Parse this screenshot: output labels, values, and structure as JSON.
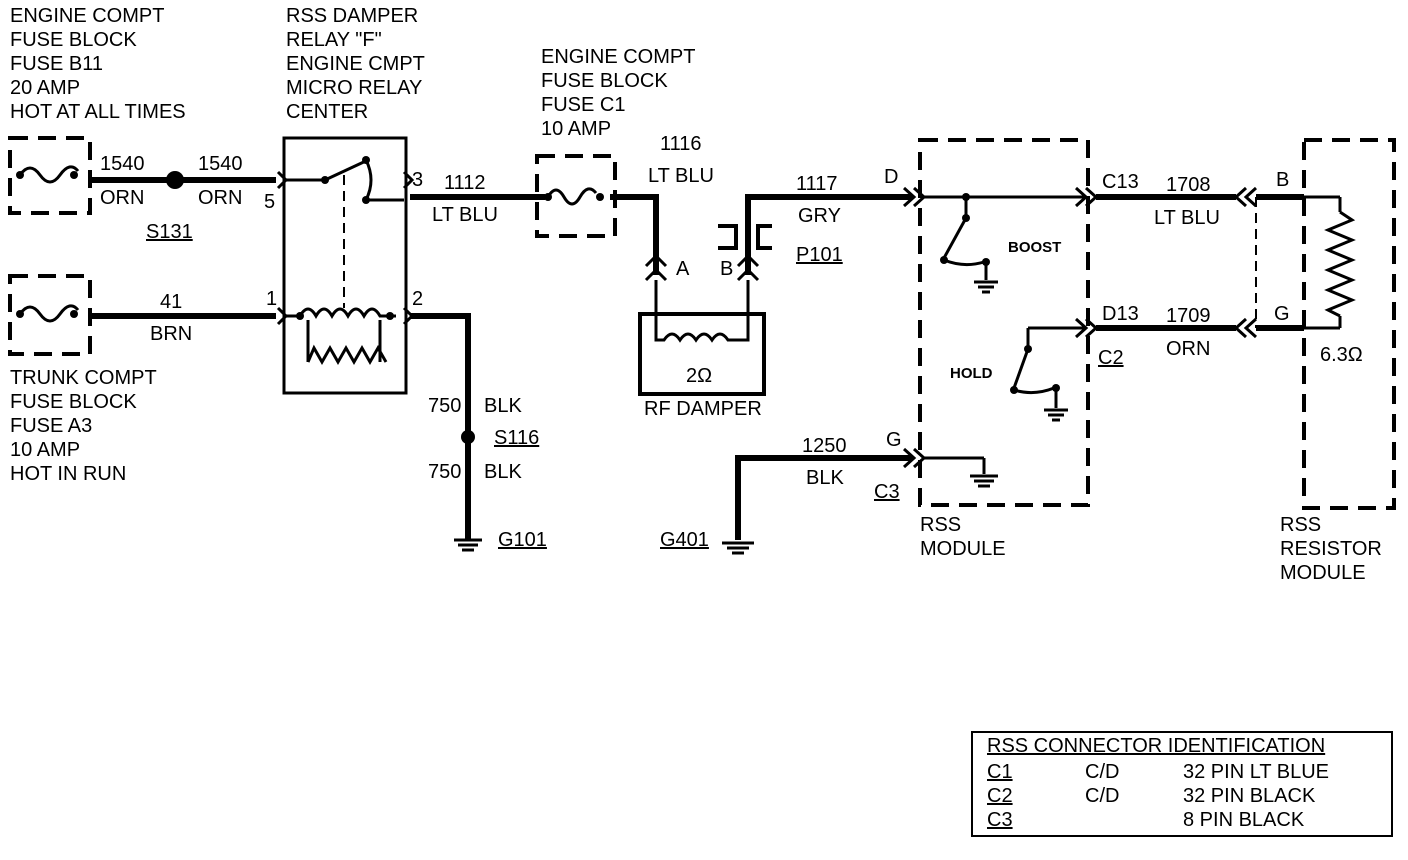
{
  "blocks": {
    "fuse_b11": [
      "ENGINE COMPT",
      "FUSE BLOCK",
      "FUSE B11",
      "20 AMP",
      "HOT AT ALL TIMES"
    ],
    "relay": [
      "RSS  DAMPER",
      "RELAY \"F\"",
      "ENGINE  CMPT",
      "MICRO RELAY",
      "CENTER"
    ],
    "fuse_c1": [
      "ENGINE COMPT",
      "FUSE BLOCK",
      "FUSE C1",
      "10 AMP"
    ],
    "fuse_a3": [
      "TRUNK COMPT",
      "FUSE BLOCK",
      "FUSE A3",
      "10 AMP",
      "HOT IN RUN"
    ],
    "rss_module": [
      "RSS",
      "MODULE"
    ],
    "rss_resistor": [
      "RSS",
      "RESISTOR",
      "MODULE"
    ]
  },
  "wires": {
    "w1540a_num": "1540",
    "w1540a_col": "ORN",
    "w1540b_num": "1540",
    "w1540b_col": "ORN",
    "w41_num": "41",
    "w41_col": "BRN",
    "w1112_num": "1112",
    "w1112_col": "LT BLU",
    "w1116_num": "1116",
    "w1116_col": "LT BLU",
    "w1117_num": "1117",
    "w1117_col": "GRY",
    "w1250_num": "1250",
    "w1250_col": "BLK",
    "w1708_num": "1708",
    "w1708_col": "LT BLU",
    "w1709_num": "1709",
    "w1709_col": "ORN",
    "w750a": "750",
    "w750a_col": "BLK",
    "w750b": "750",
    "w750b_col": "BLK"
  },
  "pins": {
    "relay_5": "5",
    "relay_3": "3",
    "relay_1": "1",
    "relay_2": "2",
    "damper_a": "A",
    "damper_b": "B",
    "mod_d": "D",
    "mod_g": "G",
    "c13": "C13",
    "d13": "D13",
    "res_b": "B",
    "res_g": "G"
  },
  "refs": {
    "s131": "S131",
    "s116": "S116",
    "g101": "G101",
    "g401": "G401",
    "p101": "P101",
    "c2": "C2",
    "c3": "C3"
  },
  "components": {
    "damper_label": "RF DAMPER",
    "damper_resistance": "2Ω",
    "resistor_value": "6.3Ω",
    "boost": "BOOST",
    "hold": "HOLD"
  },
  "connector_table": {
    "title": "RSS CONNECTOR IDENTIFICATION",
    "rows": [
      {
        "id": "C1",
        "type": "C/D",
        "desc": "32 PIN LT BLUE"
      },
      {
        "id": "C2",
        "type": "C/D",
        "desc": "32 PIN BLACK"
      },
      {
        "id": "C3",
        "type": "",
        "desc": "8 PIN BLACK"
      }
    ]
  }
}
